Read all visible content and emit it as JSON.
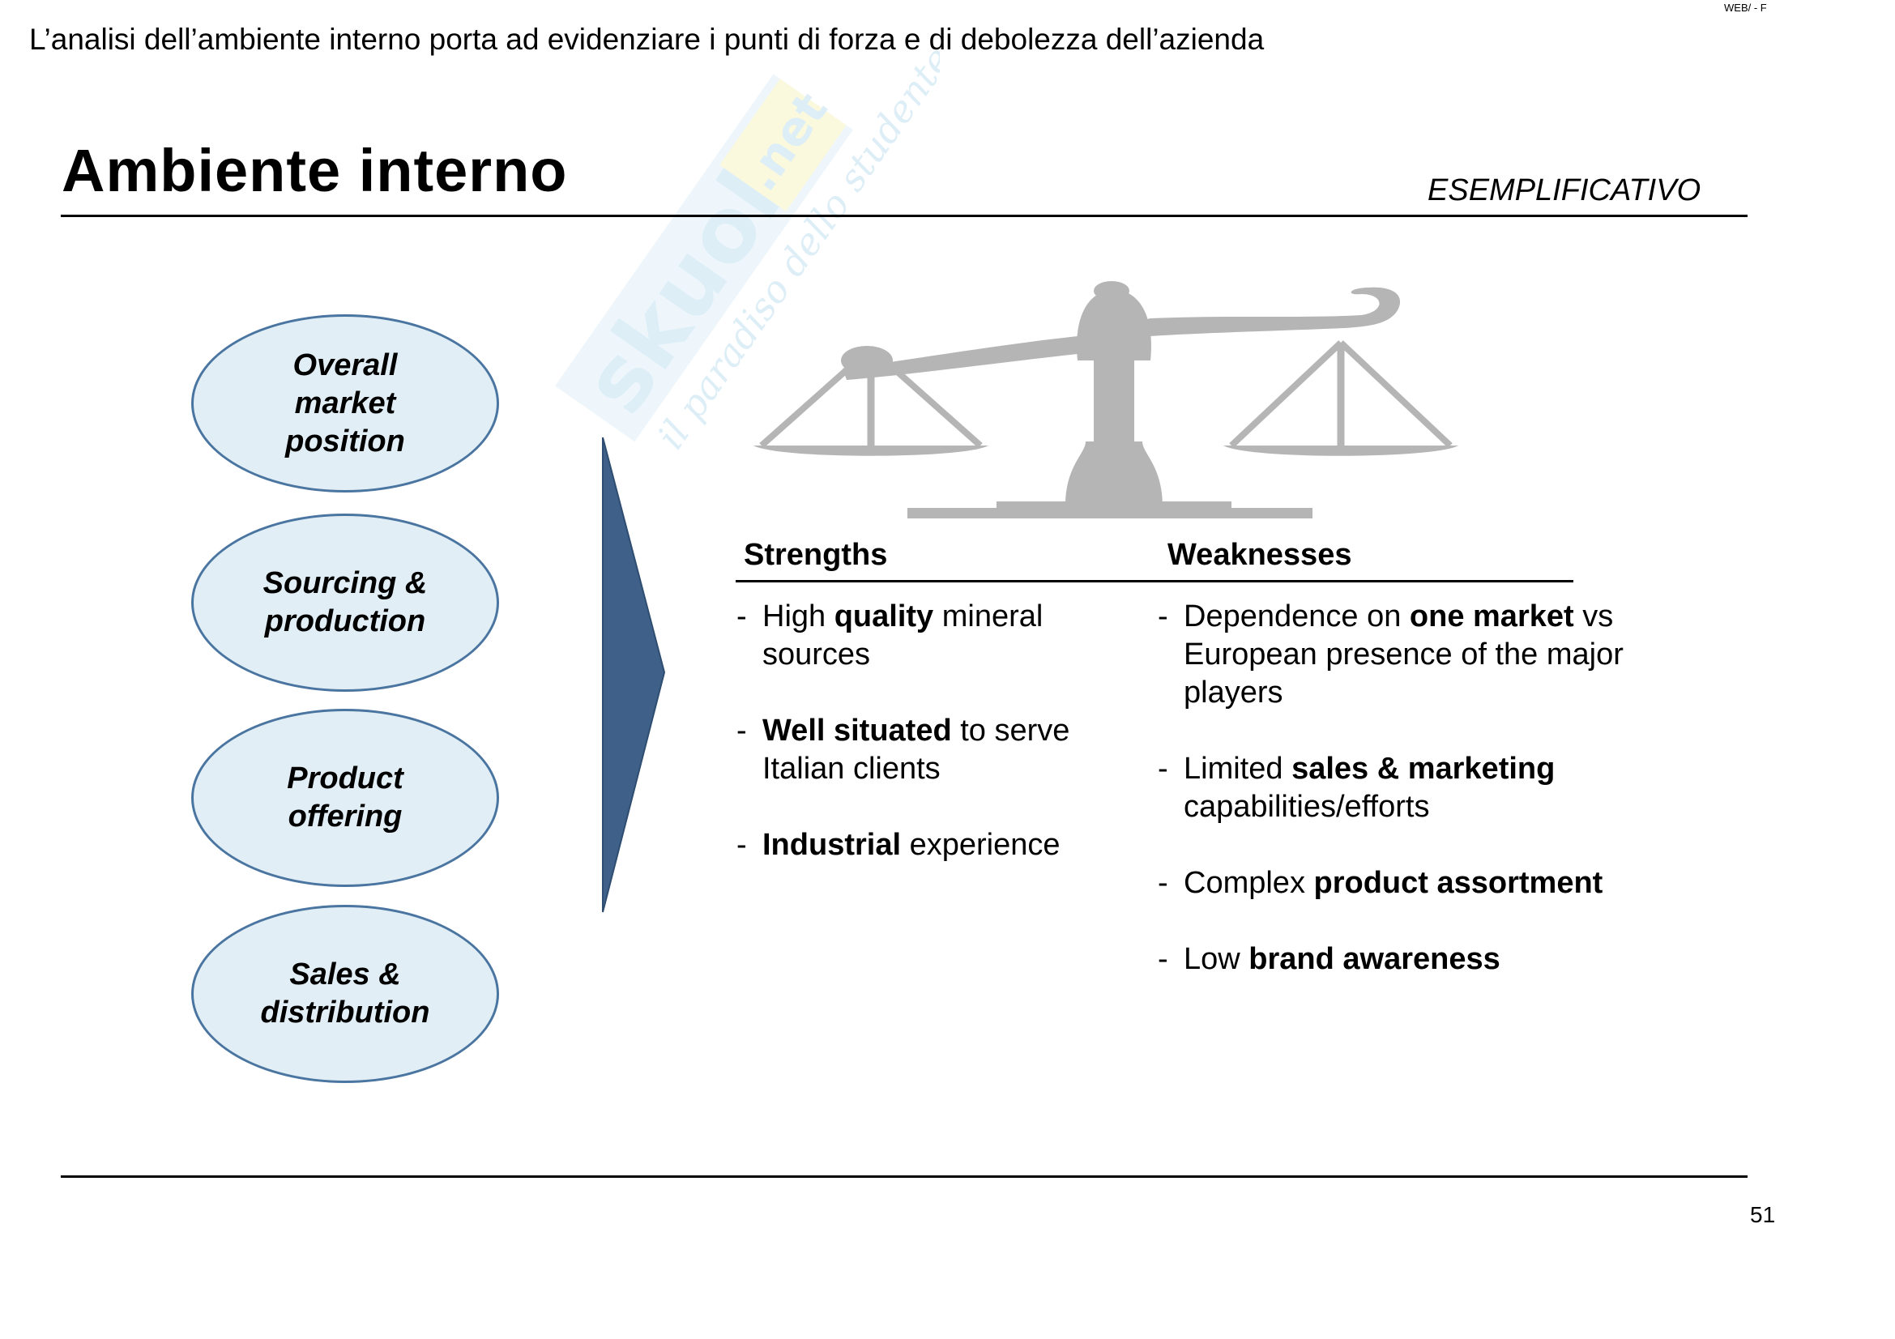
{
  "header": {
    "corner_text": "WEB/ - F",
    "subtitle": "L’analisi dell’ambiente interno porta ad evidenziare i punti di forza e di debolezza dell’azienda",
    "title": "Ambiente interno",
    "tag": "ESEMPLIFICATIVO"
  },
  "watermark": {
    "brand": "skuola.net",
    "tagline": "il paradiso dello studente"
  },
  "factors": [
    "Overall\nmarket\nposition",
    "Sourcing &\nproduction",
    "Product\noffering",
    "Sales &\ndistribution"
  ],
  "table": {
    "strengths_header": "Strengths",
    "weaknesses_header": "Weaknesses",
    "strengths": [
      {
        "pre": "High ",
        "bold": "quality",
        "post": " mineral sources"
      },
      {
        "pre": "",
        "bold": "Well situated",
        "post": " to serve Italian clients"
      },
      {
        "pre": "",
        "bold": "Industrial",
        "post": " experience"
      }
    ],
    "weaknesses": [
      {
        "pre": "Dependence on ",
        "bold": "one market",
        "post": " vs European presence of the major players"
      },
      {
        "pre": "Limited ",
        "bold": "sales & marketing",
        "post": " capabilities/efforts"
      },
      {
        "pre": "Complex ",
        "bold": "product assortment",
        "post": ""
      },
      {
        "pre": "Low ",
        "bold": "brand awareness",
        "post": ""
      }
    ]
  },
  "footer": {
    "page_number": "51"
  },
  "colors": {
    "ellipse_fill": "#e1eef5",
    "ellipse_border": "#4a75a0",
    "arrow": "#3f6189",
    "scale": "#b5b5b5",
    "watermark": "#9fd0ea"
  }
}
